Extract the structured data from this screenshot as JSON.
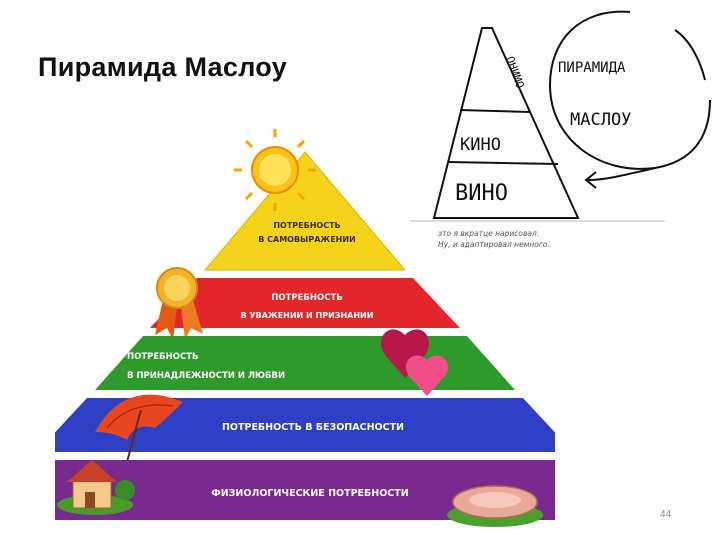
{
  "slide": {
    "title": "Пирамида Маслоу",
    "page_number": "44"
  },
  "pyramid": {
    "levels": [
      {
        "line1": "ПОТРЕБНОСТЬ",
        "line2": "В САМОВЫРАЖЕНИИ",
        "color": "#f5d31a",
        "icon": "sun-icon"
      },
      {
        "line1": "ПОТРЕБНОСТЬ",
        "line2": "В УВАЖЕНИИ И ПРИЗНАНИИ",
        "color": "#e3262a",
        "icon": "medal-icon"
      },
      {
        "line1": "ПОТРЕБНОСТЬ",
        "line2": "В ПРИНАДЛЕЖНОСТИ И ЛЮБВИ",
        "color": "#2f9a2c",
        "icon": "hearts-icon"
      },
      {
        "line1": "ПОТРЕБНОСТЬ В БЕЗОПАСНОСТИ",
        "line2": "",
        "color": "#2d3fc4",
        "icon": "umbrella-icon"
      },
      {
        "line1": "ФИЗИОЛОГИЧЕСКИЕ ПОТРЕБНОСТИ",
        "line2": "",
        "color": "#7a2a8e",
        "icon": "house-icon"
      }
    ]
  },
  "sketch": {
    "top_label": "ОНИМО",
    "middle_label": "КИНО",
    "bottom_label": "ВИНО",
    "bubble_line1": "ПИРАМИДА",
    "bubble_line2": "МАСЛОУ",
    "caption_line1": "это я вкратце нарисовал.",
    "caption_line2": "Ну, и адаптировал немного."
  }
}
